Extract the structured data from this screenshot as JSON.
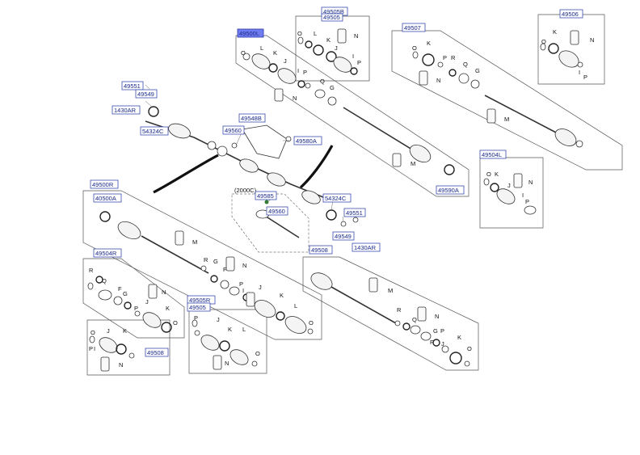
{
  "callouts": {
    "c49505B": "49505B",
    "c49505_top": "49505",
    "c49507": "49507",
    "c49506": "49506",
    "c49500L": "49500L",
    "c49551_a": "49551",
    "c49549_a": "49549",
    "c1430AR_a": "1430AR",
    "c54324C_a": "54324C",
    "c49548B": "49548B",
    "c49560_a": "49560",
    "c49580A": "49580A",
    "c49590A": "49590A",
    "c49504L": "49504L",
    "c49500R": "49500R",
    "c40500A": "40500A",
    "c2000C": "(2000C)",
    "c49585": "49585",
    "c49560_b": "49560",
    "c54324C_b": "54324C",
    "c49551_b": "49551",
    "c49549_b": "49549",
    "c1430AR_b": "1430AR",
    "c49508_a": "49508",
    "c49504R": "49504R",
    "c49505R": "49505R",
    "c49505_bottom": "49505",
    "c49508_b": "49508"
  },
  "letters": {
    "L": "L",
    "K": "K",
    "J": "J",
    "I": "I",
    "P": "P",
    "N": "N",
    "O": "O",
    "M": "M",
    "Q": "Q",
    "R": "R",
    "G": "G",
    "F": "F"
  }
}
